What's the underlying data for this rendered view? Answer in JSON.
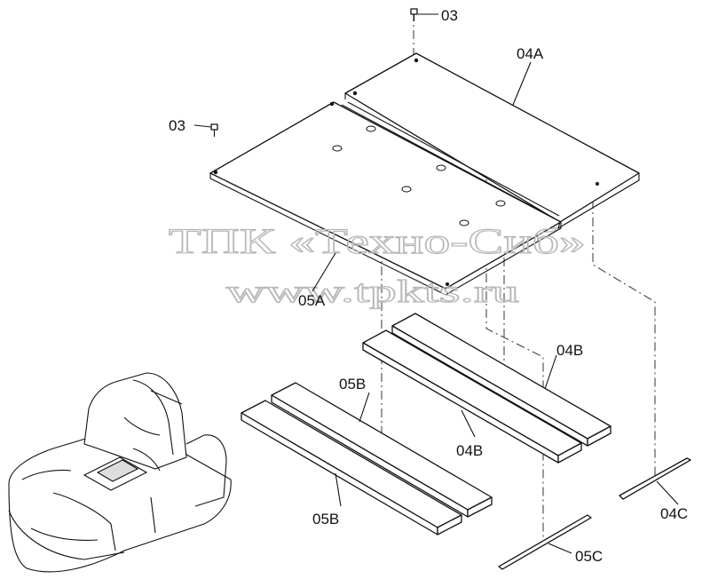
{
  "labels": {
    "bolt_top": "03",
    "bolt_left": "03",
    "cover_right": "04A",
    "cover_left": "05A",
    "pad_right_upper": "04B",
    "pad_right_lower": "04B",
    "pad_left_upper": "05B",
    "pad_left_lower": "05B",
    "strip_right": "04C",
    "strip_left": "05C"
  },
  "watermark": {
    "line1": "ТПК «Техно-Сиб»",
    "line2": "www.tpkts.ru"
  }
}
